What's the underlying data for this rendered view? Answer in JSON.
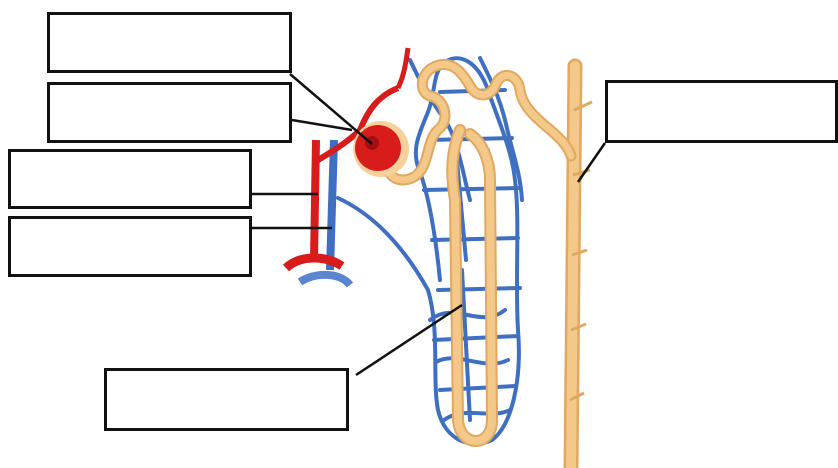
{
  "diagram": {
    "colors": {
      "artery": "#d81b1b",
      "artery_dark": "#a50f12",
      "vein": "#3f6fc0",
      "vein_dark": "#2e56a0",
      "tubule": "#f3c888",
      "tubule_edge": "#e0a860",
      "leader": "#111111",
      "box_border": "#111111"
    },
    "labels": [
      {
        "id": "label-1",
        "text": ""
      },
      {
        "id": "label-2",
        "text": ""
      },
      {
        "id": "label-3",
        "text": ""
      },
      {
        "id": "label-4",
        "text": ""
      },
      {
        "id": "label-5",
        "text": ""
      },
      {
        "id": "label-6",
        "text": ""
      }
    ]
  }
}
